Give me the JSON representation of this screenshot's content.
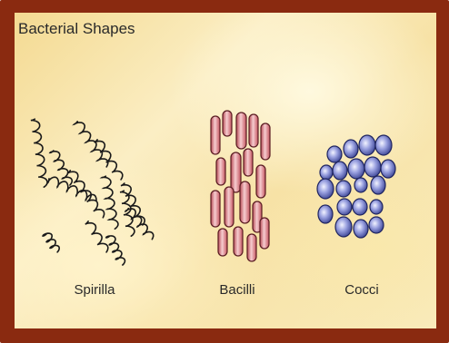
{
  "title": "Bacterial Shapes",
  "groups": [
    {
      "label": "Spirilla"
    },
    {
      "label": "Bacilli"
    },
    {
      "label": "Cocci"
    }
  ],
  "colors": {
    "frame": "#8a2a10",
    "background": "#f7e4a8",
    "spirilla_stroke": "#1a1a1a",
    "bacilli_fill": "#d96a72",
    "cocci_fill": "#6f78c4"
  }
}
